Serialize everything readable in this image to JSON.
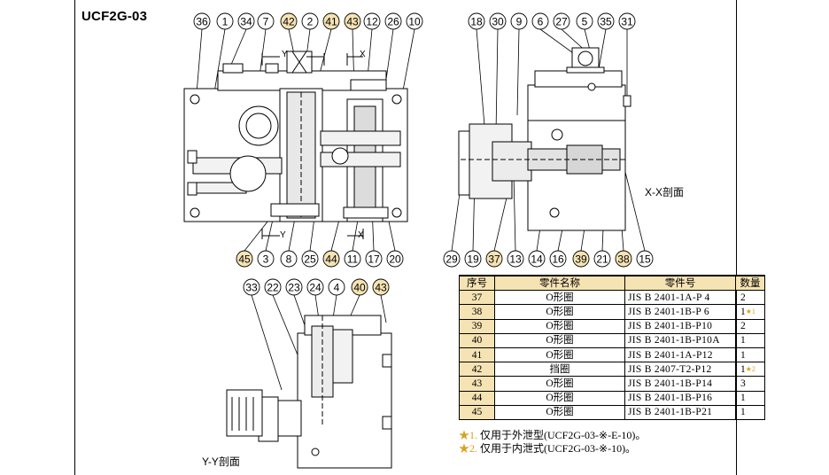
{
  "title": "UCF2G-03",
  "section_labels": {
    "xx": "X-X剖面",
    "yy": "Y-Y剖面",
    "x_mark": "X",
    "y_mark": "Y"
  },
  "callout_colors": {
    "plain": "#ffffff",
    "highlight": "#f6e3b4"
  },
  "callouts_top_left": [
    "36",
    "1",
    "34",
    "7",
    "42",
    "2",
    "41",
    "43",
    "12",
    "26",
    "10"
  ],
  "callouts_bottom_left": [
    "45",
    "3",
    "8",
    "25",
    "44",
    "11",
    "17",
    "20"
  ],
  "callouts_top_mid": [
    "18",
    "30",
    "9",
    "6",
    "27",
    "5",
    "35",
    "31"
  ],
  "callouts_bottom_mid": [
    "29",
    "19",
    "37",
    "13",
    "14",
    "16",
    "39",
    "21",
    "38",
    "15"
  ],
  "callouts_yy": [
    "33",
    "22",
    "23",
    "24",
    "4",
    "40",
    "43"
  ],
  "highlighted": [
    "42",
    "41",
    "43",
    "45",
    "44",
    "37",
    "39",
    "38",
    "40"
  ],
  "table": {
    "headers": [
      "序号",
      "零件名称",
      "零件号",
      "数量"
    ],
    "rows": [
      {
        "no": "37",
        "name": "O形圈",
        "part": "JIS B 2401-1A-P 4",
        "qty": "2",
        "star": ""
      },
      {
        "no": "38",
        "name": "O形圈",
        "part": "JIS B 2401-1B-P 6",
        "qty": "1",
        "star": "*1"
      },
      {
        "no": "39",
        "name": "O形圈",
        "part": "JIS B 2401-1B-P10",
        "qty": "2",
        "star": ""
      },
      {
        "no": "40",
        "name": "O形圈",
        "part": "JIS B 2401-1B-P10A",
        "qty": "1",
        "star": ""
      },
      {
        "no": "41",
        "name": "O形圈",
        "part": "JIS B 2401-1A-P12",
        "qty": "1",
        "star": ""
      },
      {
        "no": "42",
        "name": "挡圈",
        "part": "JIS B 2407-T2-P12",
        "qty": "1",
        "star": "*2"
      },
      {
        "no": "43",
        "name": "O形圈",
        "part": "JIS B 2401-1B-P14",
        "qty": "3",
        "star": ""
      },
      {
        "no": "44",
        "name": "O形圈",
        "part": "JIS B 2401-1B-P16",
        "qty": "1",
        "star": ""
      },
      {
        "no": "45",
        "name": "O形圈",
        "part": "JIS B 2401-1B-P21",
        "qty": "1",
        "star": ""
      }
    ]
  },
  "notes": [
    {
      "mark": "★1.",
      "text": "仅用于外泄型(UCF2G-03-※-E-10)。"
    },
    {
      "mark": "★2.",
      "text": "仅用于内泄式(UCF2G-03-※-10)。"
    }
  ]
}
